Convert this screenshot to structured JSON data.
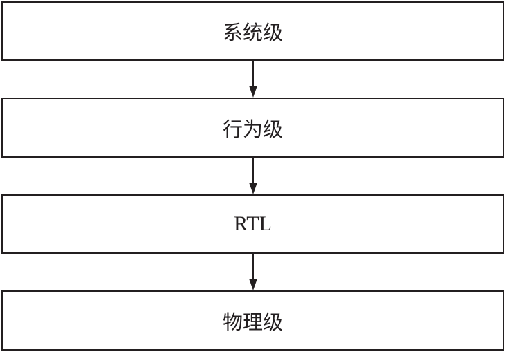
{
  "diagram": {
    "levels": [
      {
        "label": "系统级"
      },
      {
        "label": "行为级"
      },
      {
        "label": "RTL"
      },
      {
        "label": "物理级"
      }
    ],
    "line_color": "#231f20"
  }
}
